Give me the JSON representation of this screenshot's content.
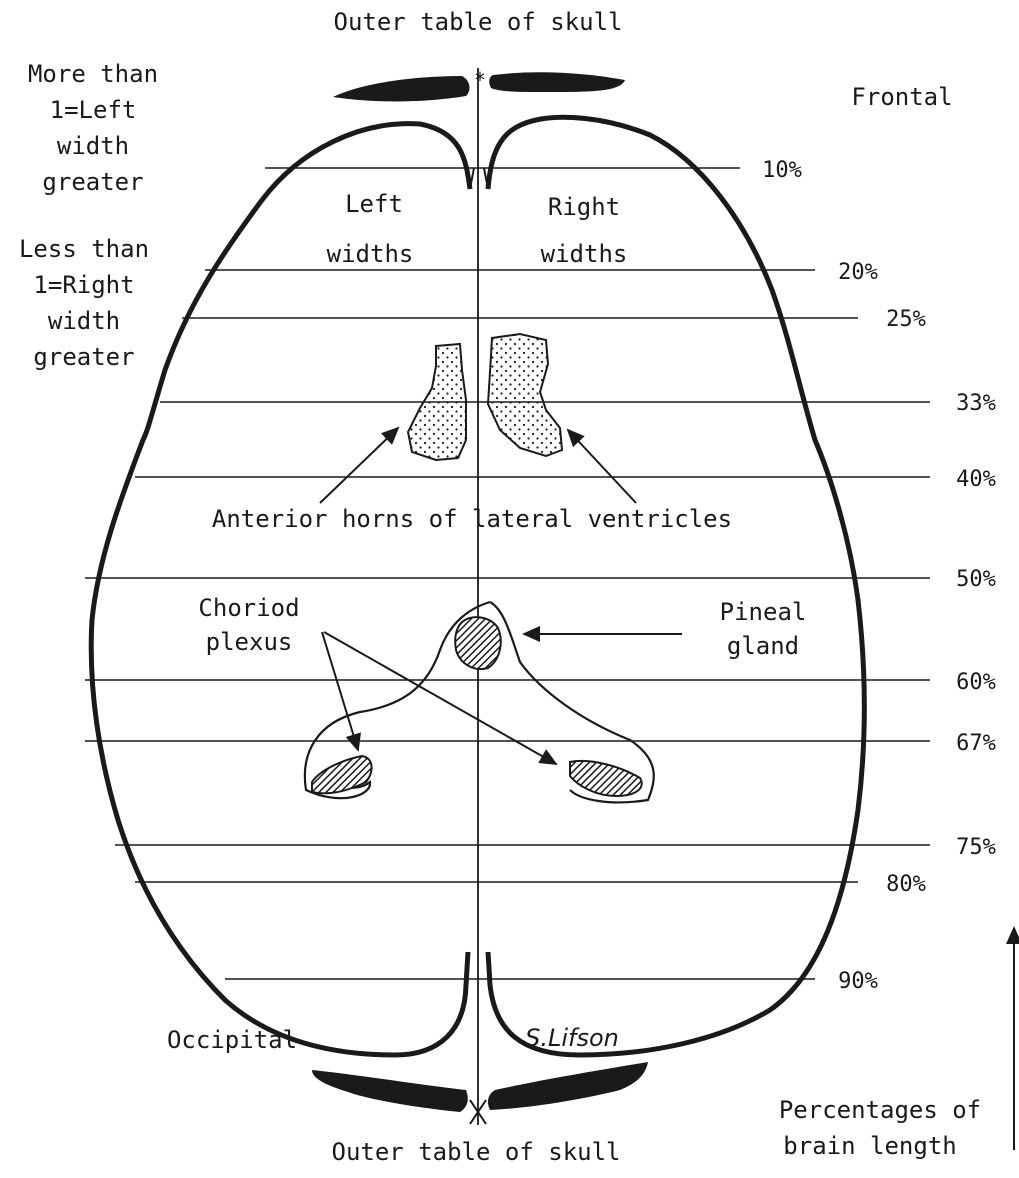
{
  "labels": {
    "top_skull": "Outer table of skull",
    "bottom_skull": "Outer table of skull",
    "more_than": [
      "More than",
      "1=Left",
      "width",
      "greater"
    ],
    "less_than": [
      "Less than",
      "1=Right",
      "width",
      "greater"
    ],
    "frontal": "Frontal",
    "left_widths": [
      "Left",
      "widths"
    ],
    "right_widths": [
      "Right",
      "widths"
    ],
    "anterior_horns": "Anterior horns of lateral ventricles",
    "choroid_plexus": [
      "Choriod",
      "plexus"
    ],
    "pineal_gland": [
      "Pineal",
      "gland"
    ],
    "occipital": "Occipital",
    "signature": "S.Lifson",
    "percentages": [
      "Percentages of",
      "brain length"
    ]
  },
  "levels": [
    "10%",
    "20%",
    "25%",
    "33%",
    "40%",
    "50%",
    "60%",
    "67%",
    "75%",
    "80%",
    "90%"
  ],
  "colors": {
    "ink": "#1a1a1a",
    "background": "#ffffff"
  }
}
